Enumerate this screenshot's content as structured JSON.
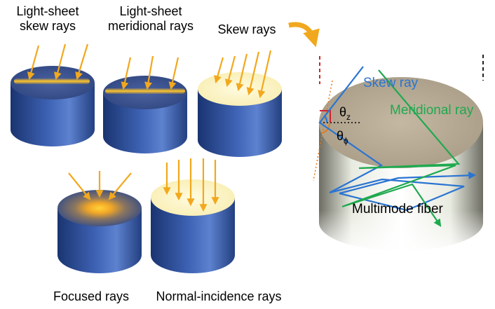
{
  "labels": {
    "light_sheet_skew_line1": "Light-sheet",
    "light_sheet_skew_line2": "skew rays",
    "light_sheet_meridional_line1": "Light-sheet",
    "light_sheet_meridional_line2": "meridional rays",
    "skew_rays": "Skew rays",
    "focused_rays": "Focused rays",
    "normal_incidence_rays": "Normal-incidence rays"
  },
  "fiber": {
    "skew_ray": "Skew ray",
    "meridional_ray": "Meridional ray",
    "theta_z_base": "θ",
    "theta_z_sub": "z",
    "theta_phi_base": "θ",
    "theta_phi_sub": "ϕ",
    "multimode_fiber": "Multimode fiber"
  },
  "colors": {
    "ray": "#F2A81D",
    "cylinder_dark": "#1E3A78",
    "cylinder_light": "#5D82CF",
    "top_dark": "#3A5289",
    "top_pale": "#FCF4C3",
    "skew_ray": "#2A74D2",
    "meridional_ray": "#1FA94F",
    "fiber_top": "#BFB4A0",
    "dashed_red": "#D0281C",
    "dashed_black": "#222222"
  }
}
